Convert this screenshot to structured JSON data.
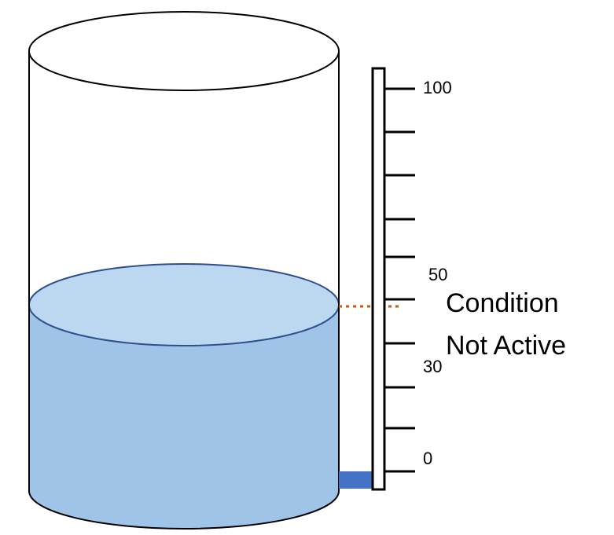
{
  "scale": {
    "labels": [
      {
        "key": "max",
        "text": "100"
      },
      {
        "key": "mid",
        "text": "50"
      },
      {
        "key": "low",
        "text": "30"
      },
      {
        "key": "min",
        "text": "0"
      }
    ]
  },
  "tank": {
    "liquid_color": "#9fc4e8",
    "liquid_top_color": "#bcd7f0",
    "outline_color": "#000000",
    "liquid_outline_color": "#2f4f8f",
    "outlet_color": "#4472c4",
    "threshold_line_color": "#c55a11"
  },
  "status": {
    "line1": "Condition",
    "line2": "Not Active"
  }
}
